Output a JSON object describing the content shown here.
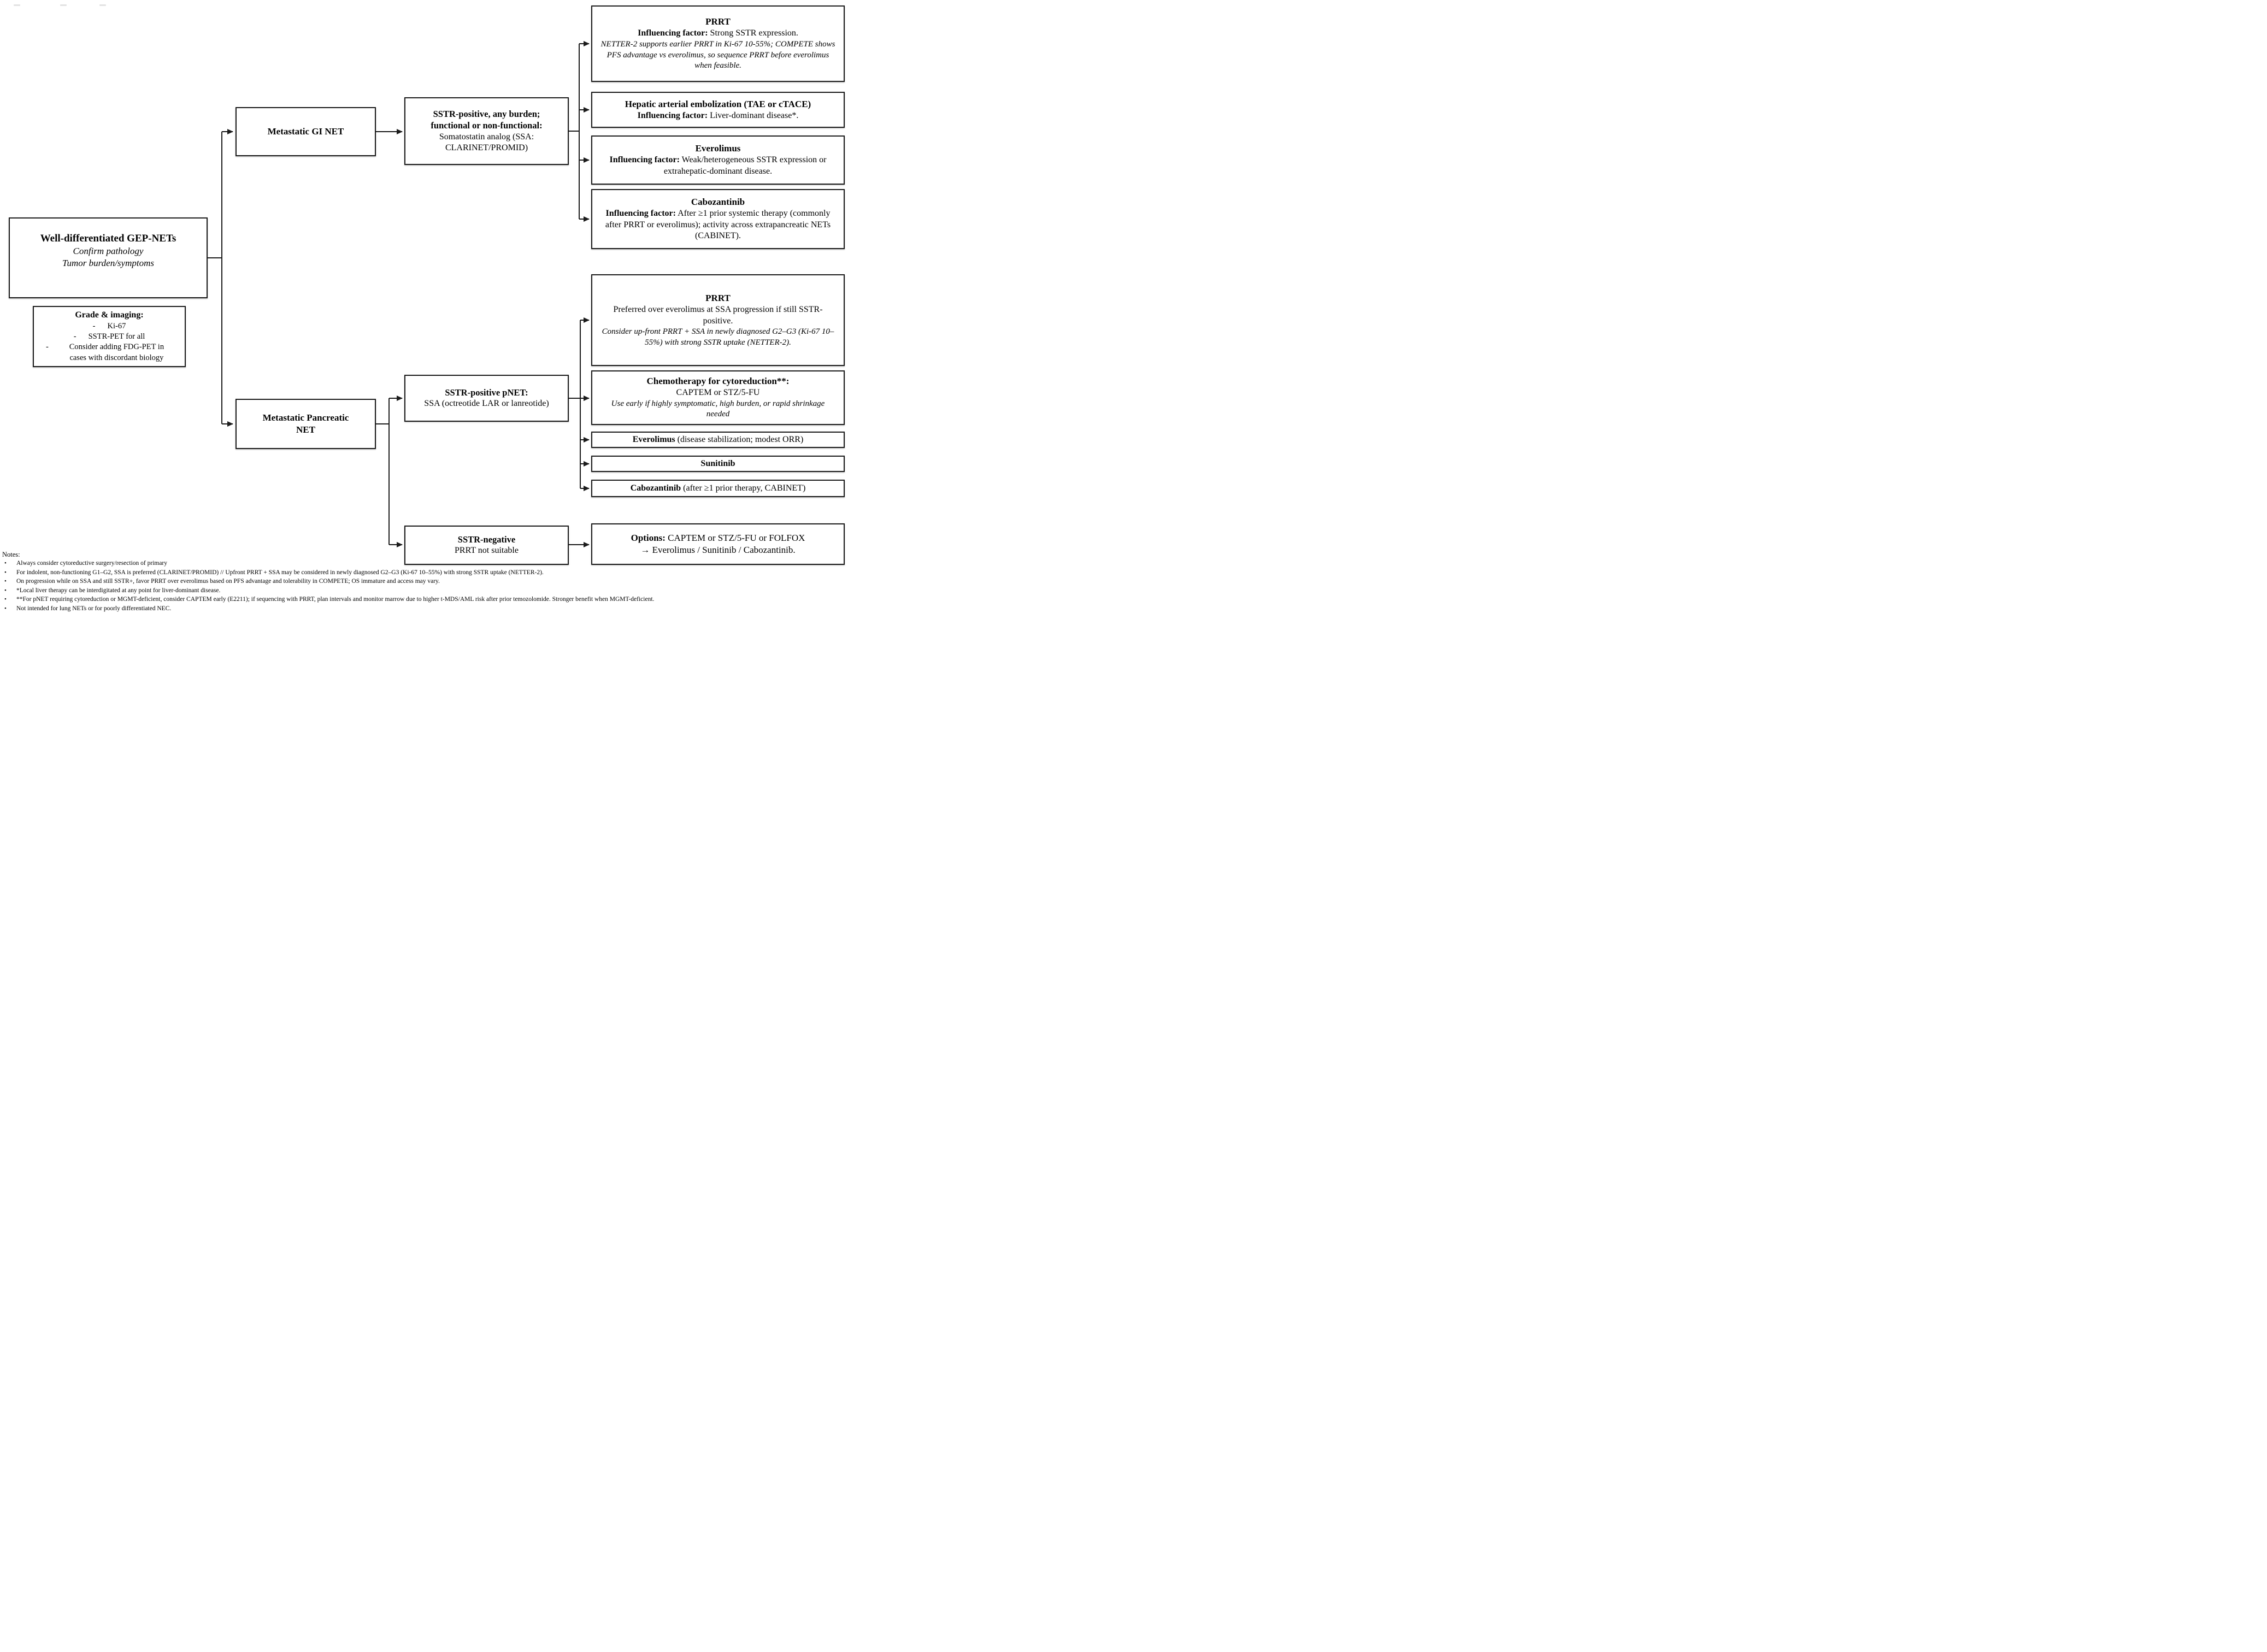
{
  "meta": {
    "colors": {
      "line": "#1c1c1c",
      "text": "#000000",
      "background": "#ffffff"
    }
  },
  "root_box": {
    "title": "Well-differentiated GEP-NETs",
    "subtitle1": "Confirm pathology",
    "subtitle2": "Tumor burden/symptoms"
  },
  "grade_box": {
    "title": "Grade & imaging:",
    "dash": "-",
    "items": [
      "Ki-67",
      "SSTR-PET for all",
      "Consider adding FDG-PET in cases with discordant biology"
    ]
  },
  "gi": {
    "label": "Metastatic GI NET"
  },
  "gi_ssa": {
    "bold1": "SSTR-positive, any burden;",
    "bold2": "functional or non-functional:",
    "plain1": "Somatostatin analog (SSA:",
    "plain2": "CLARINET/PROMID)"
  },
  "gi_options": {
    "prrt": {
      "title": "PRRT",
      "factor_label": "Influencing factor:",
      "factor_text": " Strong SSTR expression.",
      "note": "NETTER-2 supports earlier PRRT in Ki-67 10-55%; COMPETE shows PFS advantage vs everolimus, so sequence PRRT before everolimus when feasible."
    },
    "embolization": {
      "title": "Hepatic arterial embolization (TAE or cTACE)",
      "factor_label": "Influencing factor:",
      "factor_text": " Liver-dominant disease*."
    },
    "everolimus": {
      "title": "Everolimus",
      "factor_label": "Influencing factor:",
      "factor_text": " Weak/heterogeneous SSTR expression or extrahepatic-dominant disease."
    },
    "cabozantinib": {
      "title": "Cabozantinib",
      "factor_label": "Influencing factor:",
      "factor_text": " After ≥1 prior systemic therapy (commonly after PRRT or everolimus); activity across extrapancreatic NETs (CABINET)."
    }
  },
  "pnet": {
    "label": "Metastatic Pancreatic NET"
  },
  "pnet_ssa": {
    "bold1": "SSTR-positive pNET:",
    "plain1": "SSA (octreotide LAR or lanreotide)"
  },
  "pnet_options": {
    "prrt": {
      "title": "PRRT",
      "body": "Preferred over everolimus at SSA progression if still SSTR-positive.",
      "note": "Consider up-front PRRT + SSA in newly diagnosed G2–G3 (Ki-67 10–55%) with strong SSTR uptake (NETTER-2)."
    },
    "chemo": {
      "title": "Chemotherapy for cytoreduction**:",
      "body": "CAPTEM or STZ/5-FU",
      "note": "Use early if highly symptomatic, high burden, or rapid shrinkage needed"
    },
    "everolimus": {
      "bold": "Everolimus",
      "plain": " (disease stabilization; modest ORR)"
    },
    "sunitinib": {
      "bold": "Sunitinib"
    },
    "cabozantinib": {
      "bold": "Cabozantinib",
      "plain": " (after ≥1 prior therapy, CABINET)"
    }
  },
  "sstr_negative": {
    "bold": "SSTR-negative",
    "plain": "PRRT not suitable"
  },
  "options_box": {
    "bold": "Options:",
    "plain": " CAPTEM or STZ/5-FU or FOLFOX",
    "line2": "→  Everolimus / Sunitinib / Cabozantinib."
  },
  "notes": {
    "header": "Notes:",
    "bullet": "•",
    "items": [
      "Always consider cytoreductive surgery/resection of primary",
      "For indolent, non-functioning G1–G2, SSA is preferred (CLARINET/PROMID) // Upfront PRRT + SSA may be considered in newly diagnosed G2–G3 (Ki-67 10–55%) with strong SSTR uptake (NETTER-2).",
      "On progression while on SSA and still SSTR+, favor PRRT over everolimus based on PFS advantage and tolerability in COMPETE; OS immature and access may vary.",
      "*Local liver therapy can be interdigitated at any point for liver-dominant disease.",
      "**For pNET requiring cytoreduction or MGMT-deficient, consider CAPTEM early (E2211); if sequencing with PRRT, plan intervals and monitor marrow due to higher t-MDS/AML risk after prior temozolomide. Stronger benefit when MGMT-deficient.",
      "Not intended for lung NETs or for poorly differentiated NEC."
    ]
  }
}
